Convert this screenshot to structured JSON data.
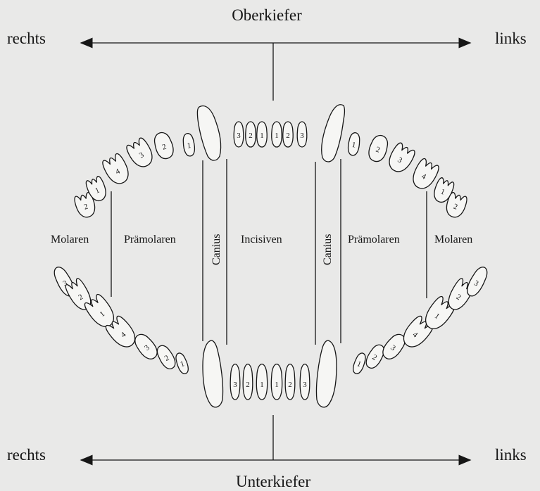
{
  "labels": {
    "top_title": "Oberkiefer",
    "bottom_title": "Unterkiefer",
    "right_top": "rechts",
    "left_top": "links",
    "right_bottom": "rechts",
    "left_bottom": "links",
    "molars_left": "Molaren",
    "premolars_left": "Prämolaren",
    "canine_left": "Canius",
    "incisors": "Incisiven",
    "canine_right": "Canius",
    "premolars_right": "Prämolaren",
    "molars_right": "Molaren"
  },
  "upper_teeth_left": [
    "2",
    "1",
    "4",
    "3",
    "2",
    "1"
  ],
  "upper_incisors": [
    "3",
    "2",
    "1",
    "1",
    "2",
    "3"
  ],
  "upper_teeth_right": [
    "1",
    "2",
    "3",
    "4",
    "1",
    "2"
  ],
  "lower_teeth_left": [
    "3",
    "2",
    "1",
    "4",
    "3",
    "2",
    "1"
  ],
  "lower_incisors": [
    "3",
    "2",
    "1",
    "1",
    "2",
    "3"
  ],
  "lower_teeth_right": [
    "1",
    "2",
    "3",
    "4",
    "1",
    "2",
    "3"
  ]
}
